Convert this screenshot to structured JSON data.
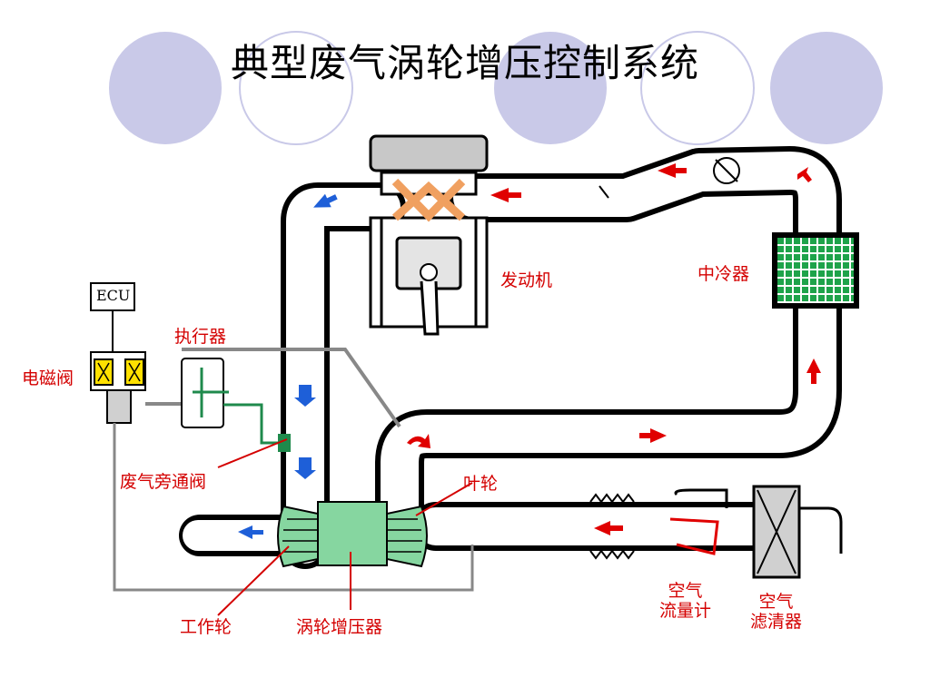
{
  "title": "典型废气涡轮增压控制系统",
  "ecu_box": "ECU",
  "labels": {
    "engine": "发动机",
    "intercooler": "中冷器",
    "actuator": "执行器",
    "solenoid": "电磁阀",
    "wastegate": "废气旁通阀",
    "compressor_wheel": "叶轮",
    "turbine_wheel": "工作轮",
    "turbocharger": "涡轮增压器",
    "airflow_meter_line1": "空气",
    "airflow_meter_line2": "流量计",
    "air_filter_line1": "空气",
    "air_filter_line2": "滤清器"
  },
  "colors": {
    "decor_circle": "#c9c9e8",
    "label_red": "#d40000",
    "flow_red": "#e00000",
    "flow_blue": "#1e5fd8",
    "intercooler_green": "#1ea34a",
    "turbo_green": "#86d6a0",
    "piston_orange": "#f0a060",
    "wastegate_green": "#1f8a4c"
  }
}
